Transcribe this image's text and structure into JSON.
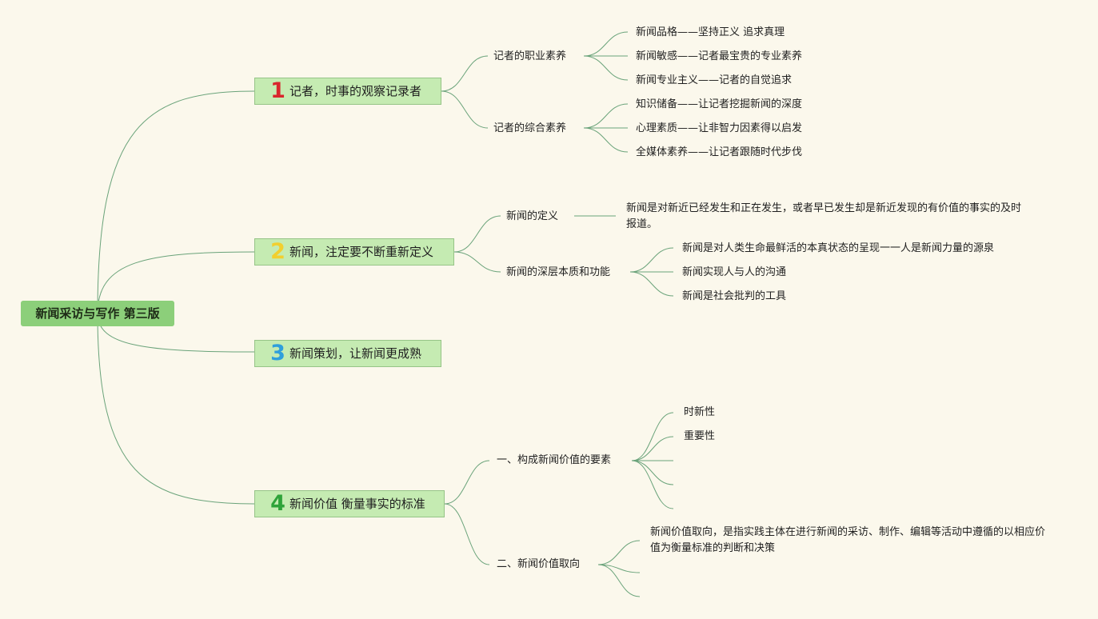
{
  "root": {
    "title": "新闻采访与写作 第三版"
  },
  "branches": [
    {
      "num": "1",
      "num_color": "#d9262d",
      "title": "记者，时事的观察记录者",
      "children": [
        {
          "title": "记者的职业素养",
          "items": [
            "新闻品格——坚持正义 追求真理",
            "新闻敏感——记者最宝贵的专业素养",
            "新闻专业主义——记者的自觉追求"
          ]
        },
        {
          "title": "记者的综合素养",
          "items": [
            "知识储备——让记者挖掘新闻的深度",
            "心理素质——让非智力因素得以启发",
            "全媒体素养——让记者跟随时代步伐"
          ]
        }
      ]
    },
    {
      "num": "2",
      "num_color": "#f2cf2f",
      "title": "新闻，注定要不断重新定义",
      "children": [
        {
          "title": "新闻的定义",
          "items": [
            "新闻是对新近已经发生和正在发生，或者早已发生却是新近发现的有价值的事实的及时报道。"
          ]
        },
        {
          "title": "新闻的深层本质和功能",
          "items": [
            "新闻是对人类生命最鲜活的本真状态的呈现一一人是新闻力量的源泉",
            "新闻实现人与人的沟通",
            "新闻是社会批判的工具"
          ]
        }
      ]
    },
    {
      "num": "3",
      "num_color": "#2f9fdc",
      "title": "新闻策划，让新闻更成熟",
      "children": []
    },
    {
      "num": "4",
      "num_color": "#2fa33a",
      "title": "新闻价值 衡量事实的标准",
      "children": [
        {
          "title": "一、构成新闻价值的要素",
          "items": [
            "时新性",
            "重要性",
            "",
            "",
            ""
          ]
        },
        {
          "title": "二、新闻价值取向",
          "items": [
            "新闻价值取向，是指实践主体在进行新闻的采访、制作、编辑等活动中遵循的以相应价值为衡量标准的判断和决策",
            "",
            ""
          ]
        }
      ]
    }
  ]
}
